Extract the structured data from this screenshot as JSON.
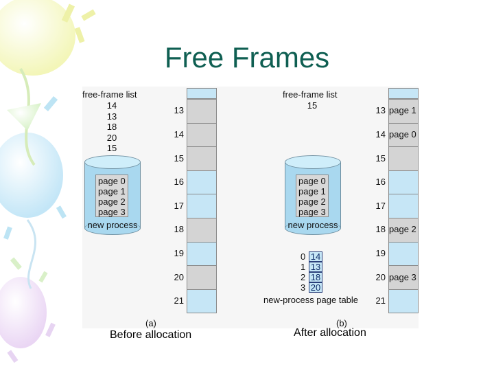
{
  "title": "Free Frames",
  "before": {
    "free_list_title": "free-frame list",
    "free_list": [
      "14",
      "13",
      "18",
      "20",
      "15"
    ],
    "process_pages": [
      "page 0",
      "page 1",
      "page 2",
      "page 3"
    ],
    "process_label": "new process",
    "frames": [
      {
        "number": "13",
        "state": "used",
        "label": ""
      },
      {
        "number": "14",
        "state": "used",
        "label": ""
      },
      {
        "number": "15",
        "state": "used",
        "label": ""
      },
      {
        "number": "16",
        "state": "free",
        "label": ""
      },
      {
        "number": "17",
        "state": "free",
        "label": ""
      },
      {
        "number": "18",
        "state": "used",
        "label": ""
      },
      {
        "number": "19",
        "state": "free",
        "label": ""
      },
      {
        "number": "20",
        "state": "used",
        "label": ""
      },
      {
        "number": "21",
        "state": "free",
        "label": ""
      }
    ],
    "sub_label": "(a)",
    "caption": "Before allocation"
  },
  "after": {
    "free_list_title": "free-frame list",
    "free_list": [
      "15"
    ],
    "process_pages": [
      "page 0",
      "page 1",
      "page 2",
      "page 3"
    ],
    "process_label": "new process",
    "frames": [
      {
        "number": "13",
        "state": "used",
        "label": "page 1"
      },
      {
        "number": "14",
        "state": "used",
        "label": "page 0"
      },
      {
        "number": "15",
        "state": "used",
        "label": ""
      },
      {
        "number": "16",
        "state": "free",
        "label": ""
      },
      {
        "number": "17",
        "state": "free",
        "label": ""
      },
      {
        "number": "18",
        "state": "used",
        "label": "page 2"
      },
      {
        "number": "19",
        "state": "free",
        "label": ""
      },
      {
        "number": "20",
        "state": "used",
        "label": "page 3"
      },
      {
        "number": "21",
        "state": "free",
        "label": ""
      }
    ],
    "page_table_index": [
      "0",
      "1",
      "2",
      "3"
    ],
    "page_table": [
      "14",
      "13",
      "18",
      "20"
    ],
    "page_table_label": "new-process page table",
    "sub_label": "(b)",
    "caption": "After allocation"
  }
}
